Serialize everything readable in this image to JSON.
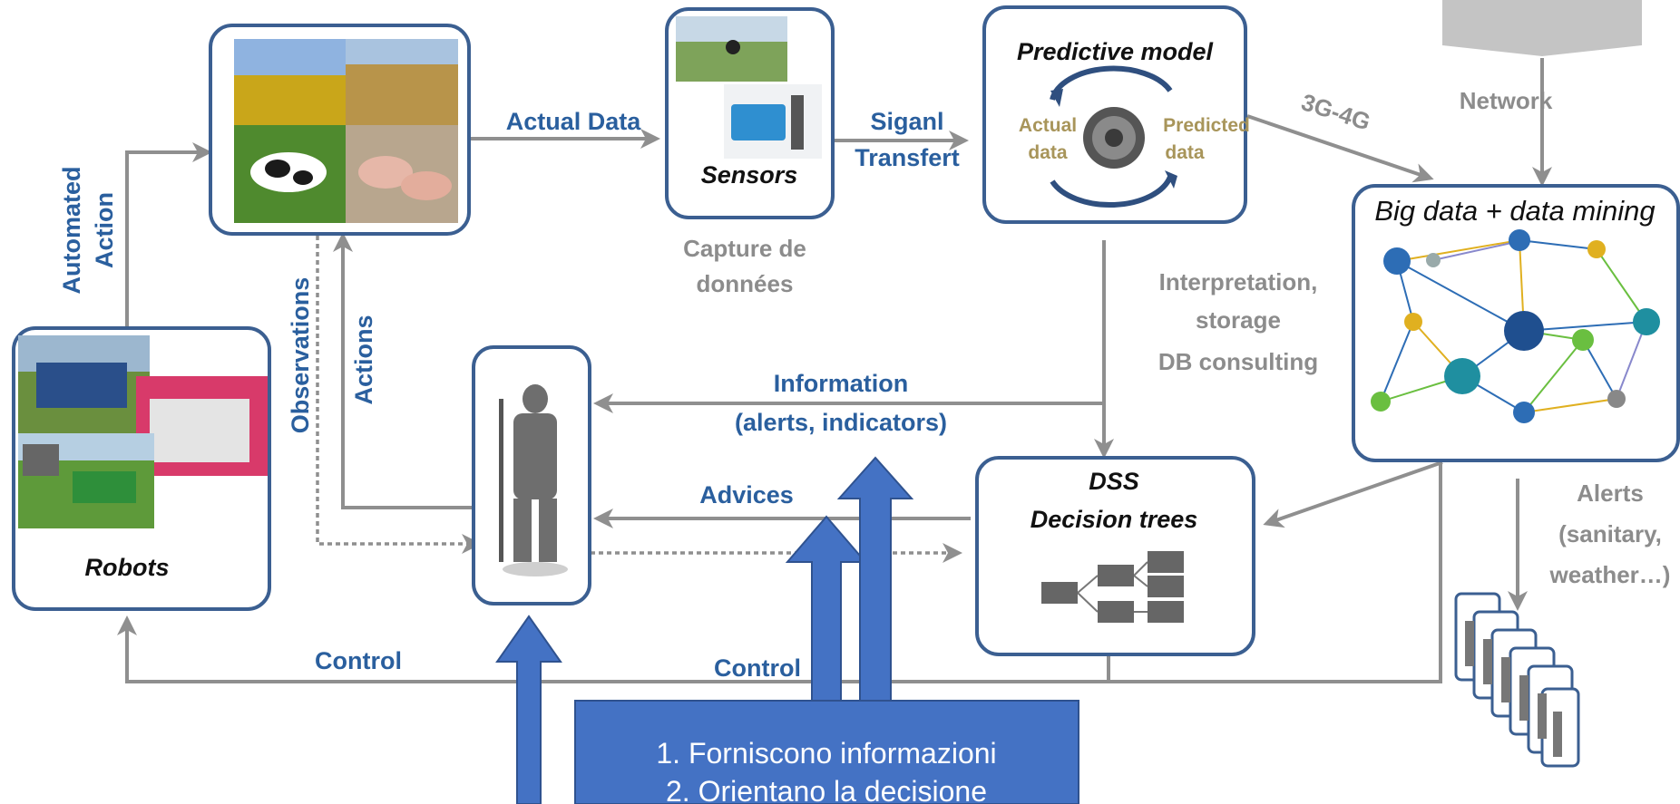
{
  "boxes": {
    "predictive_model": "Predictive model",
    "actual_data_inner": [
      "Actual",
      "data"
    ],
    "predicted_data_inner": [
      "Predicted",
      "data"
    ],
    "sensors": "Sensors",
    "robots": "Robots",
    "big_data": "Big data  + data mining",
    "dss": [
      "DSS",
      "Decision trees"
    ]
  },
  "labels": {
    "actual_data": "Actual Data",
    "signal_transfer": [
      "Siganl",
      "Transfert"
    ],
    "network_3g": "3G-4G",
    "network": "Network",
    "capture": [
      "Capture de",
      "données"
    ],
    "interpretation": [
      "Interpretation,",
      "storage",
      "DB consulting"
    ],
    "information": [
      "Information",
      "(alerts, indicators)"
    ],
    "advices": "Advices",
    "alerts": [
      "Alerts",
      "(sanitary,",
      "weather…)"
    ],
    "control_left": "Control",
    "control_center": "Control",
    "automated_action": [
      "Automated",
      "Action"
    ],
    "observations": "Observations",
    "actions": "Actions"
  },
  "callout": {
    "items": [
      "1. Forniscono informazioni",
      "2. Orientano la decisione"
    ]
  },
  "colors": {
    "box_border": "#3b5f91",
    "label_blue": "#2a5f9e",
    "arrow_grey": "#8f8f8f",
    "callout_fill": "#4472c4"
  }
}
